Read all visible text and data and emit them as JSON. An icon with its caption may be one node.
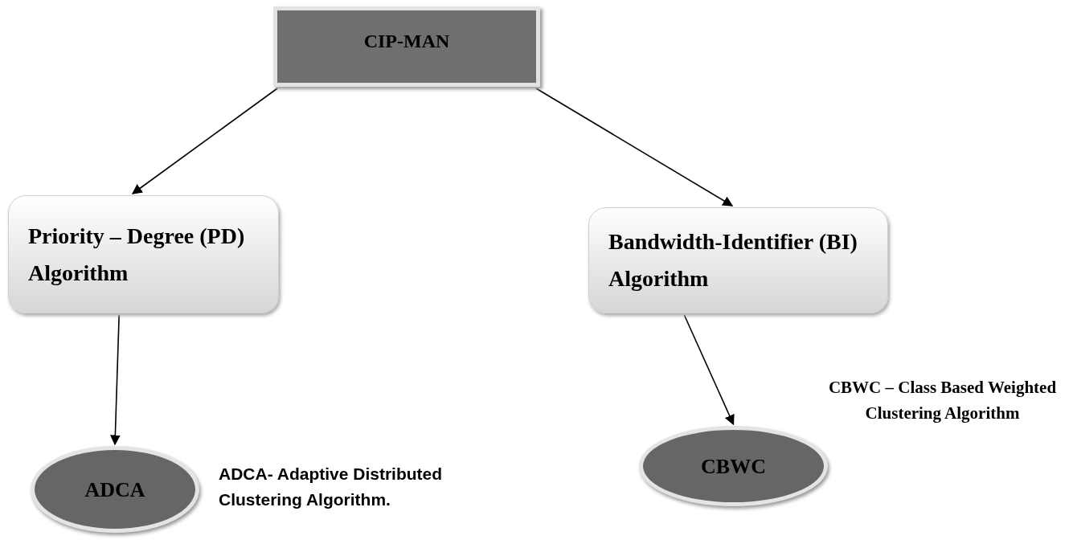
{
  "diagram": {
    "nodes": [
      {
        "text": [
          "CIP-MAN"
        ]
      },
      {
        "text": [
          "Priority – Degree (PD) Algorithm"
        ]
      },
      {
        "text": [
          "Bandwidth-Identifier (BI) Algorithm"
        ]
      },
      {
        "text": [
          "ADCA"
        ],
        "beside": [
          "ADCA- Adaptive Distributed Clustering Algorithm."
        ]
      },
      {
        "text": [
          "CBWC"
        ],
        "beside": [
          "CBWC – Class Based Weighted Clustering Algorithm"
        ]
      }
    ],
    "edges": [
      {
        "from": 0,
        "to": 1,
        "arrow": "to"
      },
      {
        "from": 0,
        "to": 2,
        "arrow": "to"
      },
      {
        "from": 1,
        "to": 3,
        "arrow": "to"
      },
      {
        "from": 2,
        "to": 4,
        "arrow": "to"
      }
    ]
  }
}
